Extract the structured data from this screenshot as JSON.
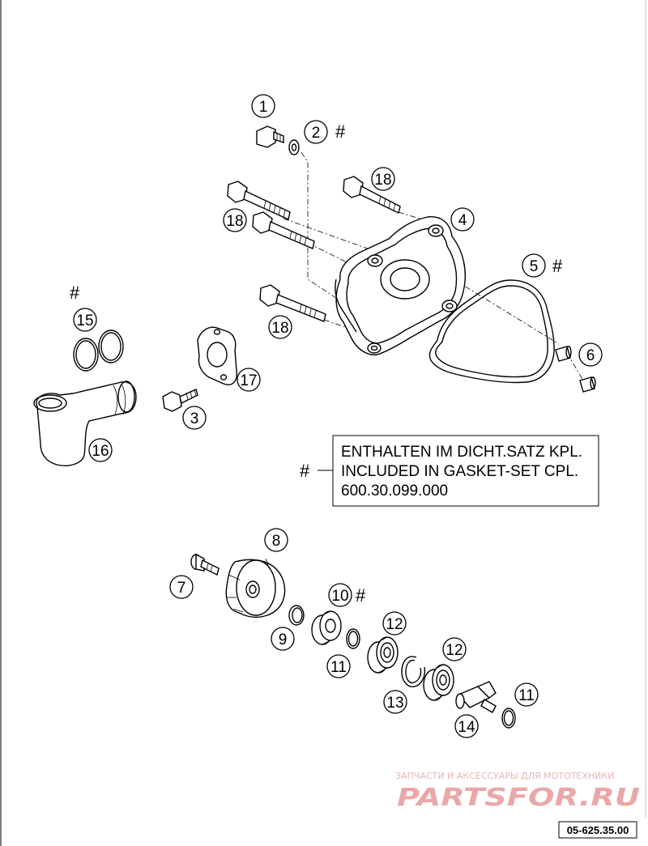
{
  "callouts": [
    {
      "id": "c1",
      "text": "1"
    },
    {
      "id": "c2",
      "text": "2"
    },
    {
      "id": "c3",
      "text": "3"
    },
    {
      "id": "c4",
      "text": "4"
    },
    {
      "id": "c5",
      "text": "5"
    },
    {
      "id": "c6",
      "text": "6"
    },
    {
      "id": "c7",
      "text": "7"
    },
    {
      "id": "c8",
      "text": "8"
    },
    {
      "id": "c9",
      "text": "9"
    },
    {
      "id": "c10",
      "text": "10"
    },
    {
      "id": "c11a",
      "text": "11"
    },
    {
      "id": "c11b",
      "text": "11"
    },
    {
      "id": "c12a",
      "text": "12"
    },
    {
      "id": "c12b",
      "text": "12"
    },
    {
      "id": "c13",
      "text": "13"
    },
    {
      "id": "c14",
      "text": "14"
    },
    {
      "id": "c15",
      "text": "15"
    },
    {
      "id": "c16",
      "text": "16"
    },
    {
      "id": "c17",
      "text": "17"
    },
    {
      "id": "c18a",
      "text": "18"
    },
    {
      "id": "c18b",
      "text": "18"
    },
    {
      "id": "c18c",
      "text": "18"
    }
  ],
  "marker": "#",
  "note": {
    "line1": "ENTHALTEN IM DICHT.SATZ KPL.",
    "line2": "INCLUDED IN GASKET-SET CPL.",
    "line3": "600.30.099.000"
  },
  "watermark": {
    "tagline": "ЗАПЧАСТИ И АКСЕССУАРЫ ДЛЯ МОТОТЕХНИКИ",
    "brand": "PARTSFOR.RU",
    "brand_color": "#e9a8a8"
  },
  "diagram_code": "05-625.35.00"
}
